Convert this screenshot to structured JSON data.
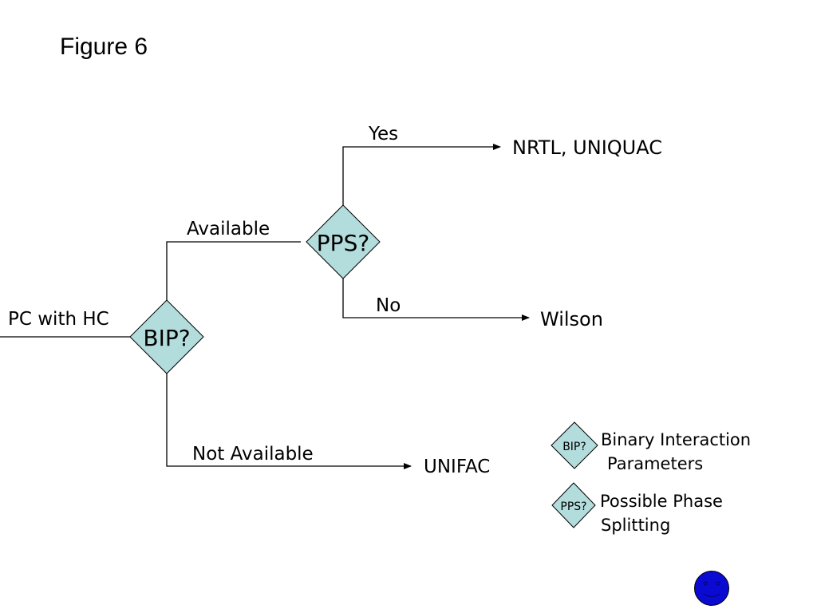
{
  "title": "Figure 6",
  "colors": {
    "diamond_fill": "#b3dcdc",
    "diamond_stroke": "#000000",
    "face_fill": "#0a0ad2",
    "line": "#000000"
  },
  "nodes": {
    "start": "PC with HC",
    "bip": "BIP?",
    "pps": "PPS?",
    "nrtl": "NRTL, UNIQUAC",
    "wilson": "Wilson",
    "unifac": "UNIFAC"
  },
  "edges": {
    "available": "Available",
    "not_available": "Not Available",
    "yes": "Yes",
    "no": "No"
  },
  "legend": [
    {
      "symbol": "BIP?",
      "line1": "Binary Interaction",
      "line2": "Parameters"
    },
    {
      "symbol": "PPS?",
      "line1": "Possible Phase",
      "line2": "Splitting"
    }
  ],
  "icons": {
    "corner": "smiley-face-icon"
  }
}
